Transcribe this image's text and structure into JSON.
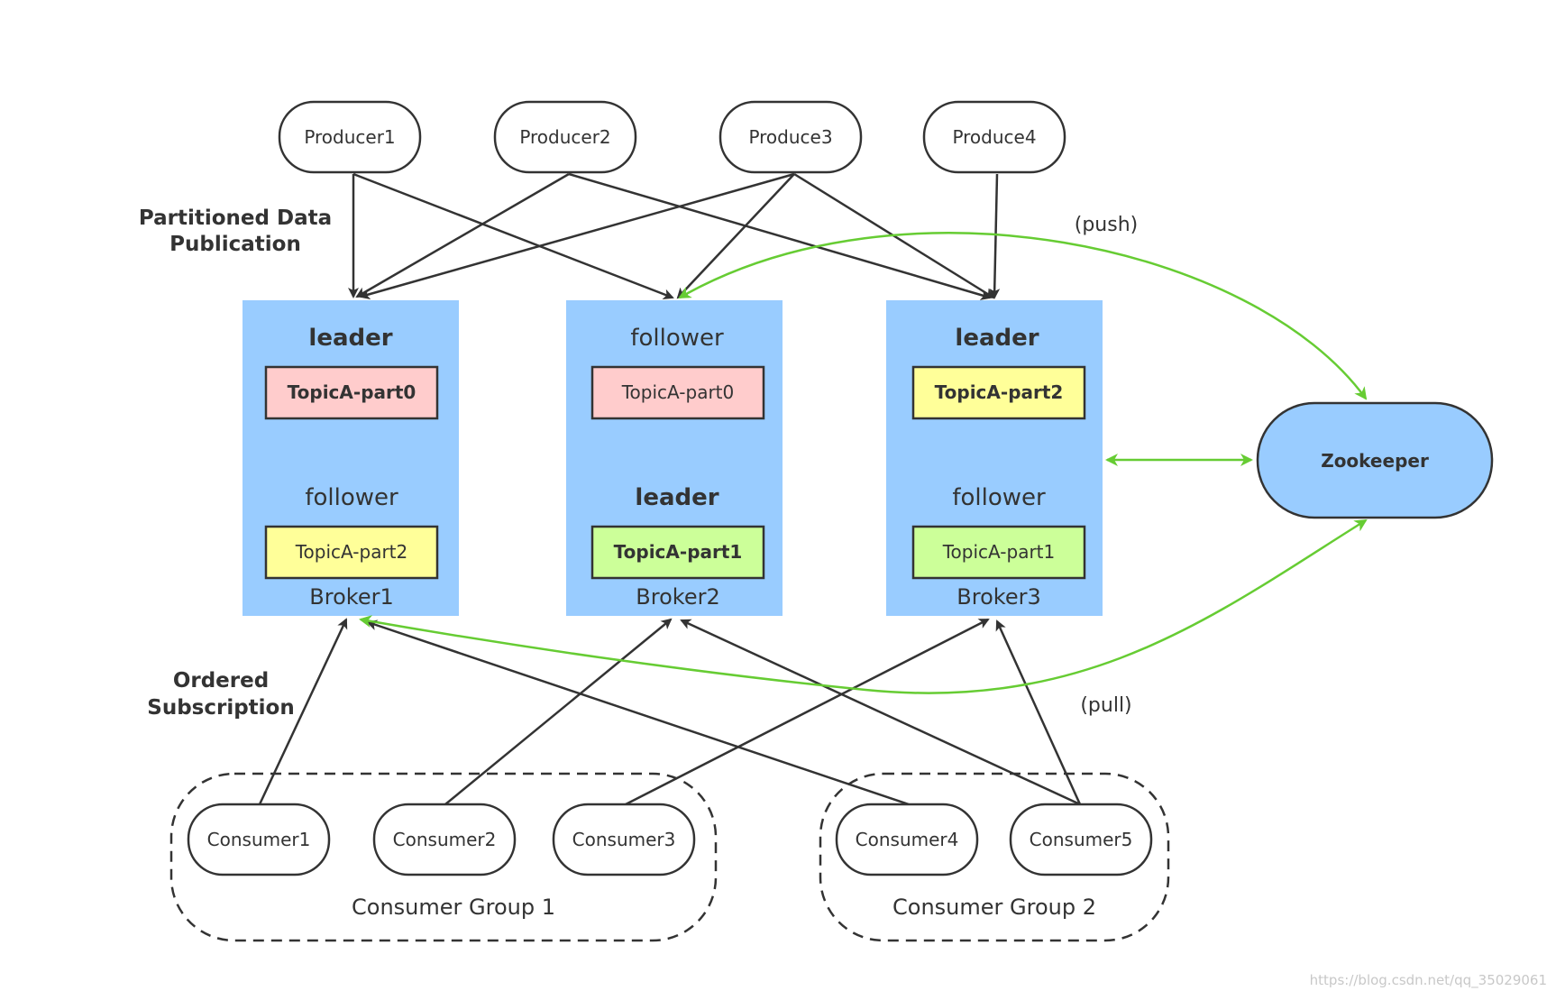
{
  "producers": [
    "Producer1",
    "Producer2",
    "Produce3",
    "Produce4"
  ],
  "brokers": [
    {
      "name": "Broker1",
      "top_role": "leader",
      "top_partition": "TopicA-part0",
      "bottom_role": "follower",
      "bottom_partition": "TopicA-part2"
    },
    {
      "name": "Broker2",
      "top_role": "follower",
      "top_partition": "TopicA-part0",
      "bottom_role": "leader",
      "bottom_partition": "TopicA-part1"
    },
    {
      "name": "Broker3",
      "top_role": "leader",
      "top_partition": "TopicA-part2",
      "bottom_role": "follower",
      "bottom_partition": "TopicA-part1"
    }
  ],
  "zookeeper": "Zookeeper",
  "consumers": [
    "Consumer1",
    "Consumer2",
    "Consumer3",
    "Consumer4",
    "Consumer5"
  ],
  "groups": [
    "Consumer Group 1",
    "Consumer Group 2"
  ],
  "labels": {
    "publication_line1": "Partitioned Data",
    "publication_line2": "Publication",
    "subscription_line1": "Ordered",
    "subscription_line2": "Subscription",
    "push": "(push)",
    "pull": "(pull)"
  },
  "colors": {
    "broker_fill": "#99ccff",
    "part0": "#ffcccc",
    "part1": "#ccff99",
    "part2": "#ffff99",
    "zookeeper_fill": "#99ccff",
    "green_arrow": "#66cc33",
    "dark_arrow": "#333333"
  },
  "watermark": "https://blog.csdn.net/qq_35029061"
}
